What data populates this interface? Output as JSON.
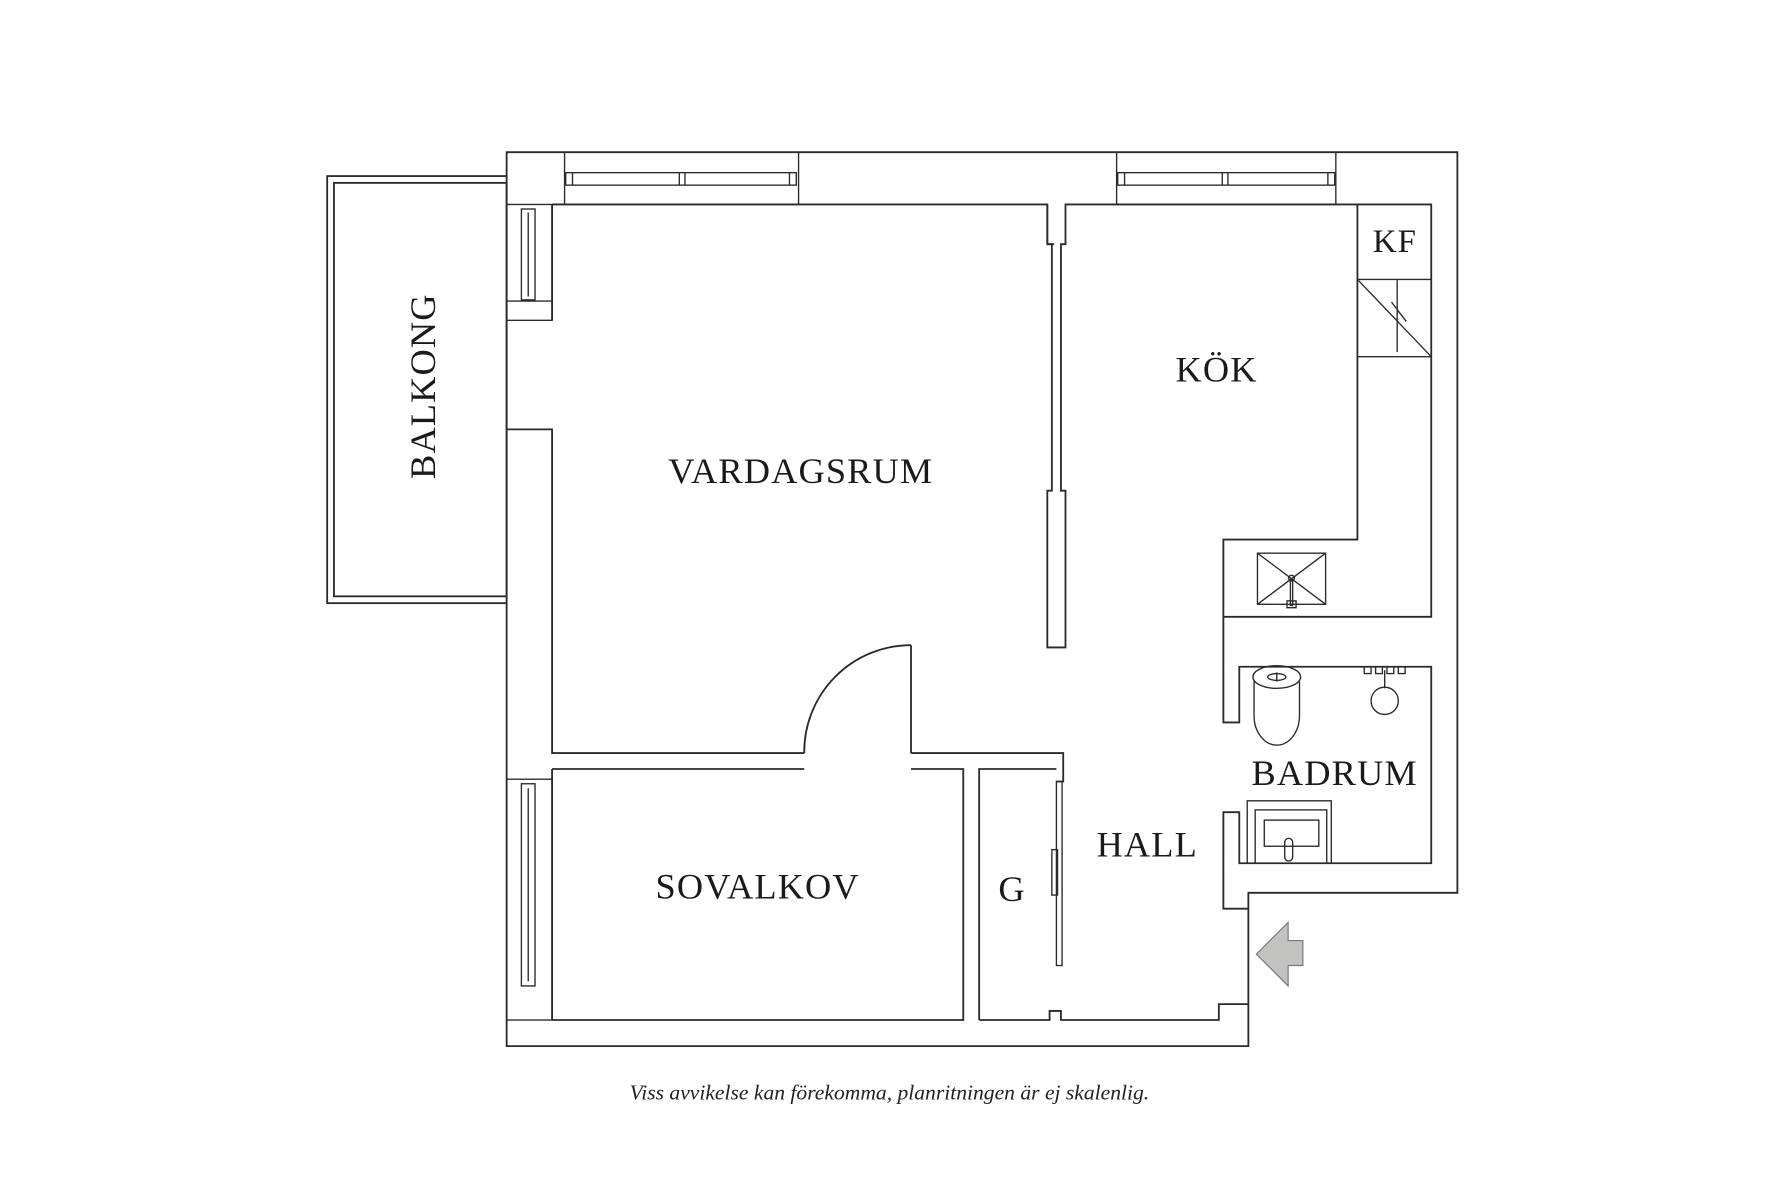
{
  "rooms": {
    "balkong": "BALKONG",
    "vardagsrum": "VARDAGSRUM",
    "kok": "KÖK",
    "kf": "KF",
    "badrum": "BADRUM",
    "hall": "HALL",
    "sovalkov": "SOVALKOV",
    "g": "G"
  },
  "footer": {
    "disclaimer": "Viss avvikelse kan förekomma, planritningen är ej skalenlig."
  },
  "symbols": {
    "entrance_arrow_color": "#c2c2c0",
    "entrance_arrow": "entrance-arrow-icon",
    "stove": "stove-icon",
    "kitchen_sink": "kitchen-sink-icon",
    "toilet": "toilet-icon",
    "washbasin": "washbasin-icon",
    "bathroom_sink": "bathroom-sink-icon"
  }
}
